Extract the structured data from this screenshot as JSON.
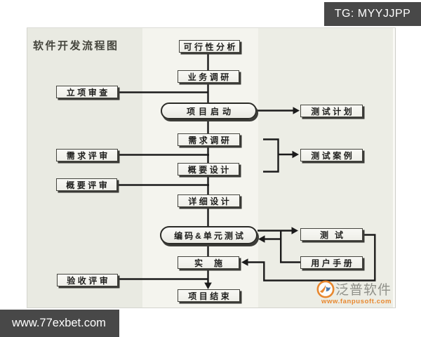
{
  "header": {
    "tg_badge": "TG: MYYJJPP"
  },
  "footer": {
    "watermark": "www.77exbet.com"
  },
  "diagram": {
    "title": "软件开发流程图",
    "nodes": {
      "feasibility": "可行性分析",
      "business_research": "业务调研",
      "project_start": "项目启动",
      "requirement_research": "需求调研",
      "outline_design": "概要设计",
      "detailed_design": "详细设计",
      "coding_unit_test": "编码&单元测试",
      "implementation": "实施",
      "project_end": "项目结束",
      "approval_review": "立项审查",
      "requirement_review": "需求评审",
      "outline_review": "概要评审",
      "acceptance_review": "验收评审",
      "test_plan": "测试计划",
      "test_case": "测试案例",
      "test": "测试",
      "user_manual": "用户手册"
    },
    "colors": {
      "band_left": "#e9eae2",
      "band_middle": "#f4f4ee",
      "band_right": "#ecede5",
      "line": "#1b1b1b",
      "badge_bg": "#484848",
      "logo_orange": "#e8872e",
      "logo_gray": "#90918a"
    }
  },
  "logo": {
    "name": "泛普软件",
    "url": "www.fanpusoft.com"
  }
}
